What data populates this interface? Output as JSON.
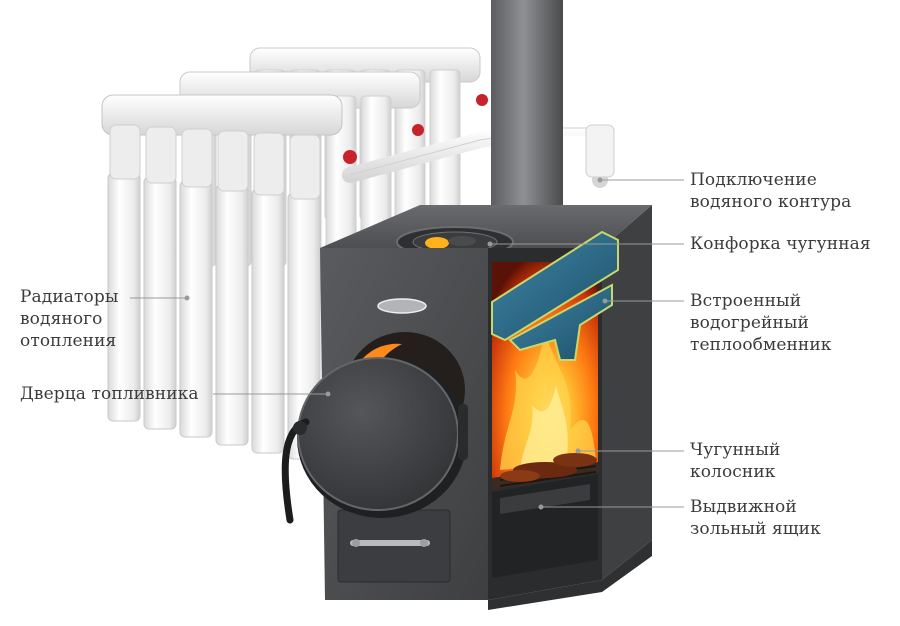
{
  "labels": {
    "radiators": [
      "Радиаторы",
      "водяного",
      "отопления"
    ],
    "door": [
      "Дверца топливника"
    ],
    "water_circuit": [
      "Подключение",
      "водяного контура"
    ],
    "hob": [
      "Конфорка чугунная"
    ],
    "heat_exchanger": [
      "Встроенный",
      "водогрейный",
      "теплообменник"
    ],
    "grate": [
      "Чугунный",
      "колосник"
    ],
    "ash_box": [
      "Выдвижной",
      "зольный ящик"
    ]
  },
  "colors": {
    "text": "#3b3b3b",
    "leader_line": "#9a9a9a",
    "stove_body": "#4a4b4d",
    "radiator": "#f4f4f4",
    "flame": "#ff8a1c",
    "heat_exchanger": "#2f6f8f",
    "valve": "#c8222a"
  }
}
